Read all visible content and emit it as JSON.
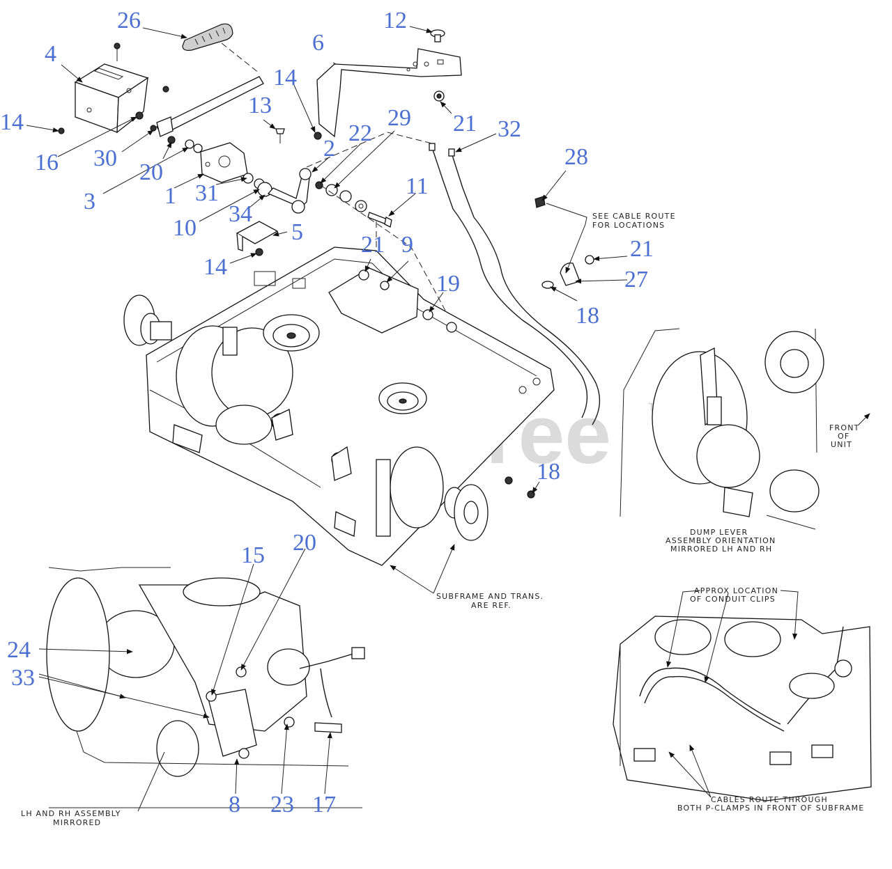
{
  "watermark": {
    "text": "PartsTree",
    "trademark": "TM"
  },
  "callouts": [
    {
      "id": "c26a",
      "label": "26"
    },
    {
      "id": "c12",
      "label": "12"
    },
    {
      "id": "c4",
      "label": "4"
    },
    {
      "id": "c6",
      "label": "6"
    },
    {
      "id": "c14a",
      "label": "14"
    },
    {
      "id": "c13",
      "label": "13"
    },
    {
      "id": "c14b",
      "label": "14"
    },
    {
      "id": "c21a",
      "label": "21"
    },
    {
      "id": "c32",
      "label": "32"
    },
    {
      "id": "c16",
      "label": "16"
    },
    {
      "id": "c30",
      "label": "30"
    },
    {
      "id": "c2",
      "label": "2"
    },
    {
      "id": "c22",
      "label": "22"
    },
    {
      "id": "c29",
      "label": "29"
    },
    {
      "id": "c28",
      "label": "28"
    },
    {
      "id": "c20a",
      "label": "20"
    },
    {
      "id": "c3",
      "label": "3"
    },
    {
      "id": "c1",
      "label": "1"
    },
    {
      "id": "c31",
      "label": "31"
    },
    {
      "id": "c11",
      "label": "11"
    },
    {
      "id": "c10",
      "label": "10"
    },
    {
      "id": "c34",
      "label": "34"
    },
    {
      "id": "c5",
      "label": "5"
    },
    {
      "id": "c14c",
      "label": "14"
    },
    {
      "id": "c21b",
      "label": "21"
    },
    {
      "id": "c9",
      "label": "9"
    },
    {
      "id": "c19",
      "label": "19"
    },
    {
      "id": "c21c",
      "label": "21"
    },
    {
      "id": "c27",
      "label": "27"
    },
    {
      "id": "c18a",
      "label": "18"
    },
    {
      "id": "c18b",
      "label": "18"
    },
    {
      "id": "c15",
      "label": "15"
    },
    {
      "id": "c20b",
      "label": "20"
    },
    {
      "id": "c24",
      "label": "24"
    },
    {
      "id": "c33",
      "label": "33"
    },
    {
      "id": "c8",
      "label": "8"
    },
    {
      "id": "c23",
      "label": "23"
    },
    {
      "id": "c17",
      "label": "17"
    }
  ],
  "notes": {
    "cable_route_1": "SEE CABLE ROUTE",
    "cable_route_2": "FOR LOCATIONS",
    "front_1": "FRONT",
    "front_2": "OF",
    "front_3": "UNIT",
    "dump_1": "DUMP LEVER",
    "dump_2": "ASSEMBLY ORIENTATION",
    "dump_3": "MIRRORED LH AND RH",
    "subframe_1": "SUBFRAME AND TRANS.",
    "subframe_2": "ARE REF.",
    "approx_1": "APPROX LOCATION",
    "approx_2": "OF CONDUIT CLIPS",
    "cables_1": "CABLES ROUTE THROUGH",
    "cables_2": "BOTH P-CLAMPS IN FRONT OF SUBFRAME",
    "mirror_1": "LH AND RH ASSEMBLY",
    "mirror_2": "MIRRORED"
  }
}
